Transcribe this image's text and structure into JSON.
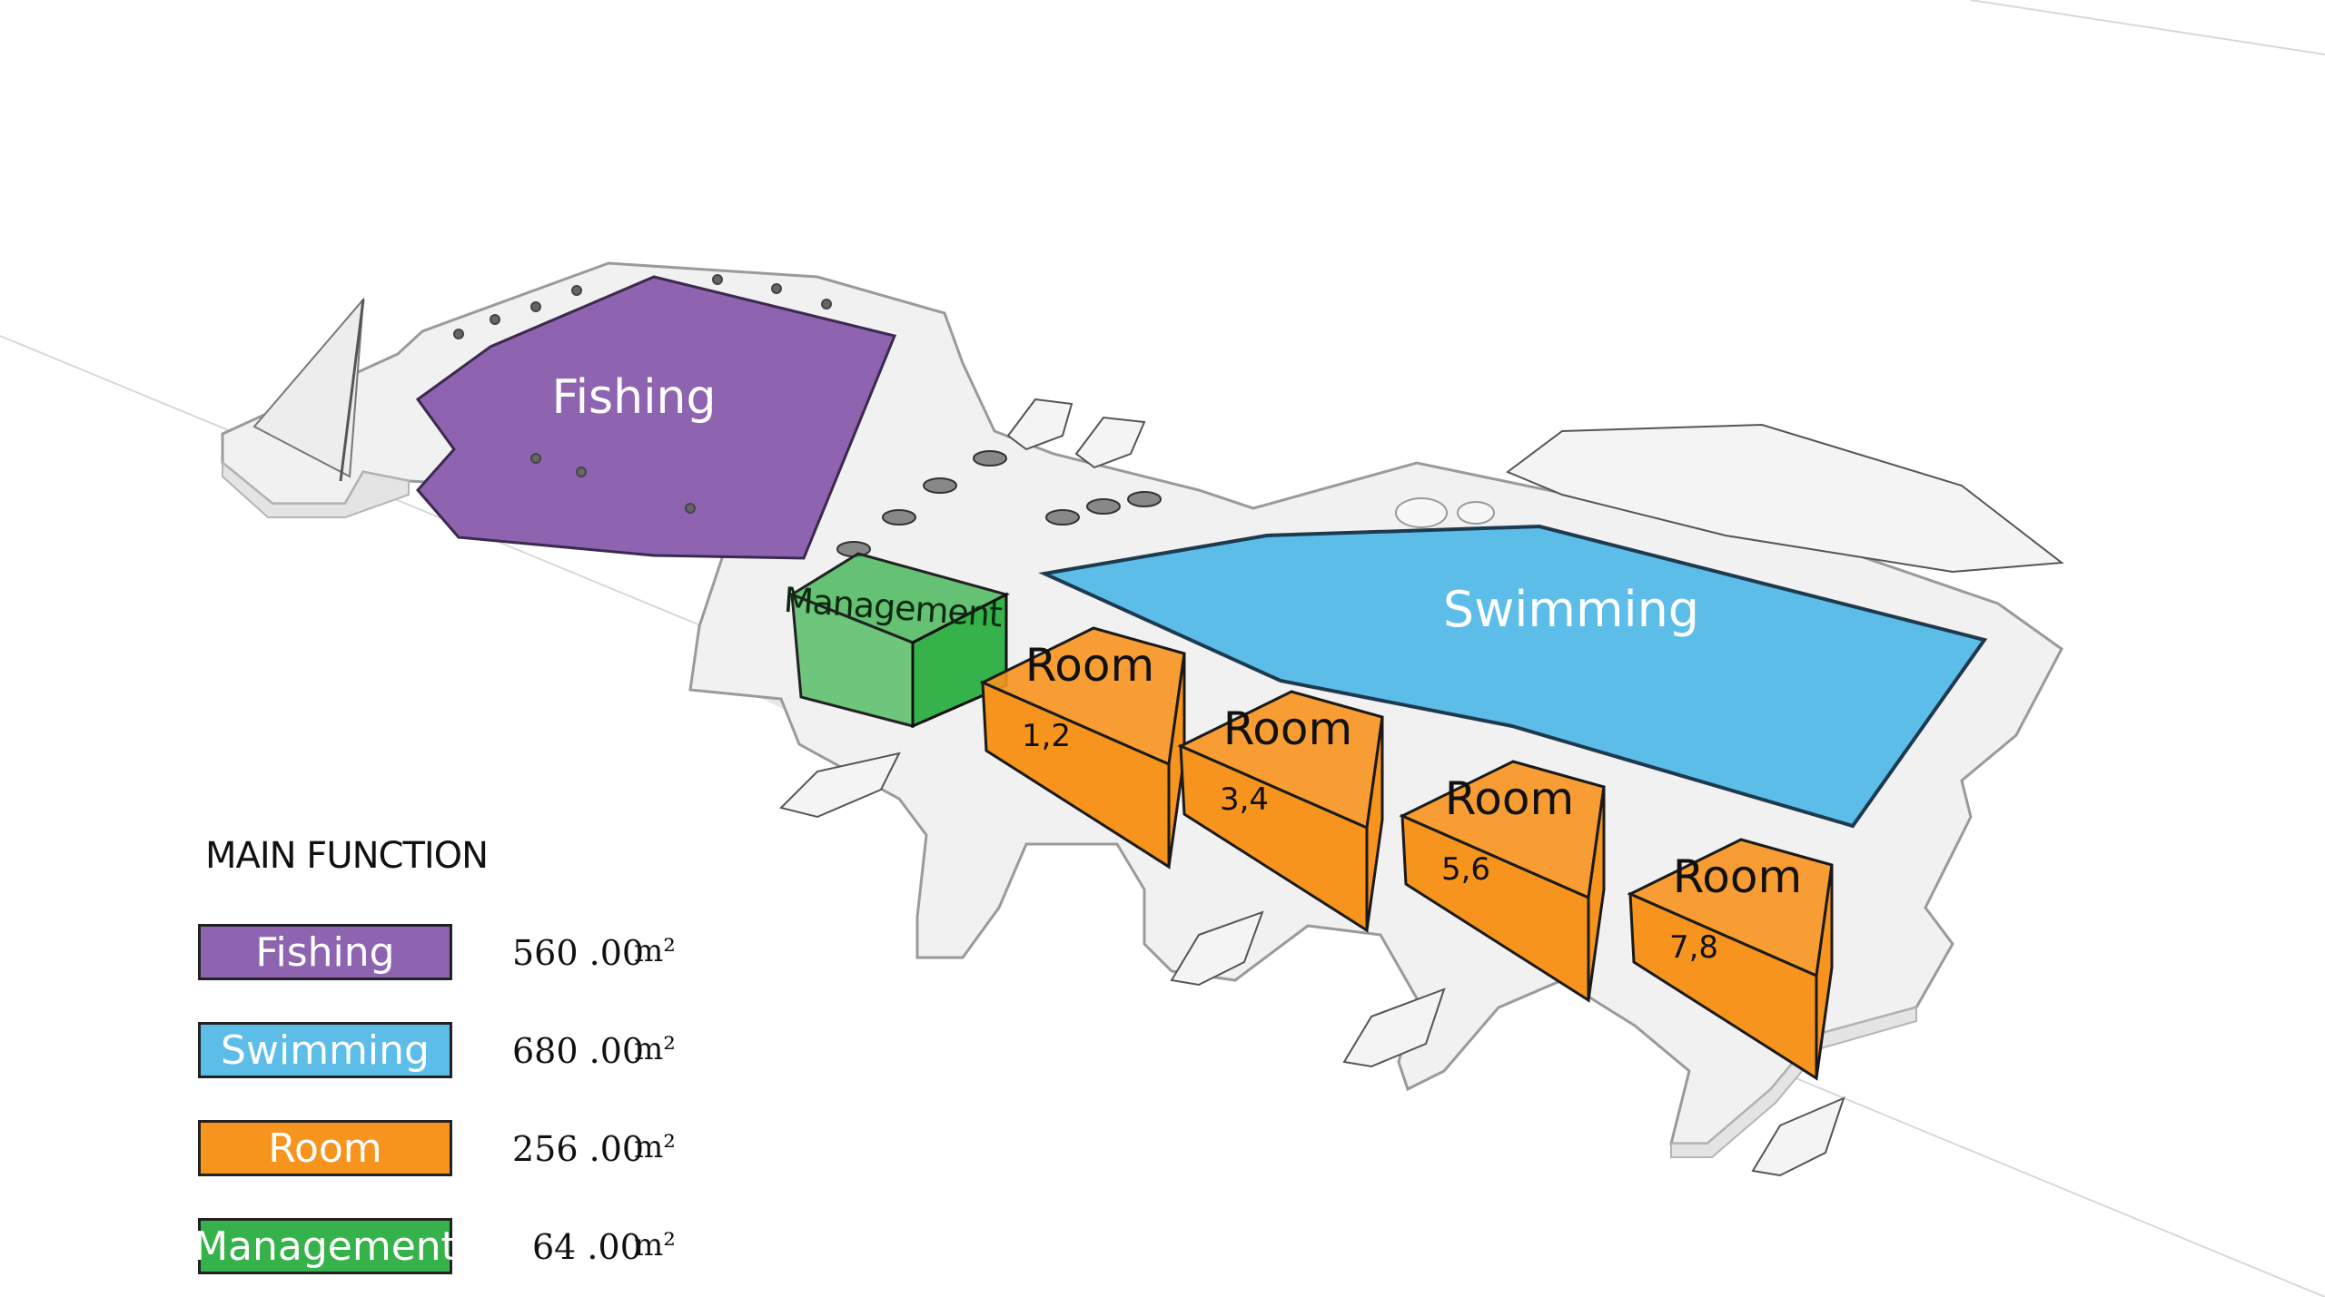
{
  "zones": {
    "fishing": {
      "label": "Fishing",
      "color": "#8e64b0"
    },
    "swimming": {
      "label": "Swimming",
      "color": "#5bbde8"
    },
    "management": {
      "label": "Management",
      "color": "#36b24a"
    },
    "room_color": "#f7941e"
  },
  "rooms": [
    {
      "title": "Room",
      "number": "1,2"
    },
    {
      "title": "Room",
      "number": "3,4"
    },
    {
      "title": "Room",
      "number": "5,6"
    },
    {
      "title": "Room",
      "number": "7,8"
    }
  ],
  "legend": {
    "title": "MAIN FUNCTION",
    "items": [
      {
        "label": "Fishing",
        "area": "560 .00",
        "unit": "m²",
        "color": "#8e64b0"
      },
      {
        "label": "Swimming",
        "area": "680 .00",
        "unit": "m²",
        "color": "#5bbde8"
      },
      {
        "label": "Room",
        "area": "256 .00",
        "unit": "m²",
        "color": "#f7941e"
      },
      {
        "label": "Management",
        "area": "64 .00",
        "unit": "m²",
        "color": "#36b24a"
      }
    ]
  }
}
